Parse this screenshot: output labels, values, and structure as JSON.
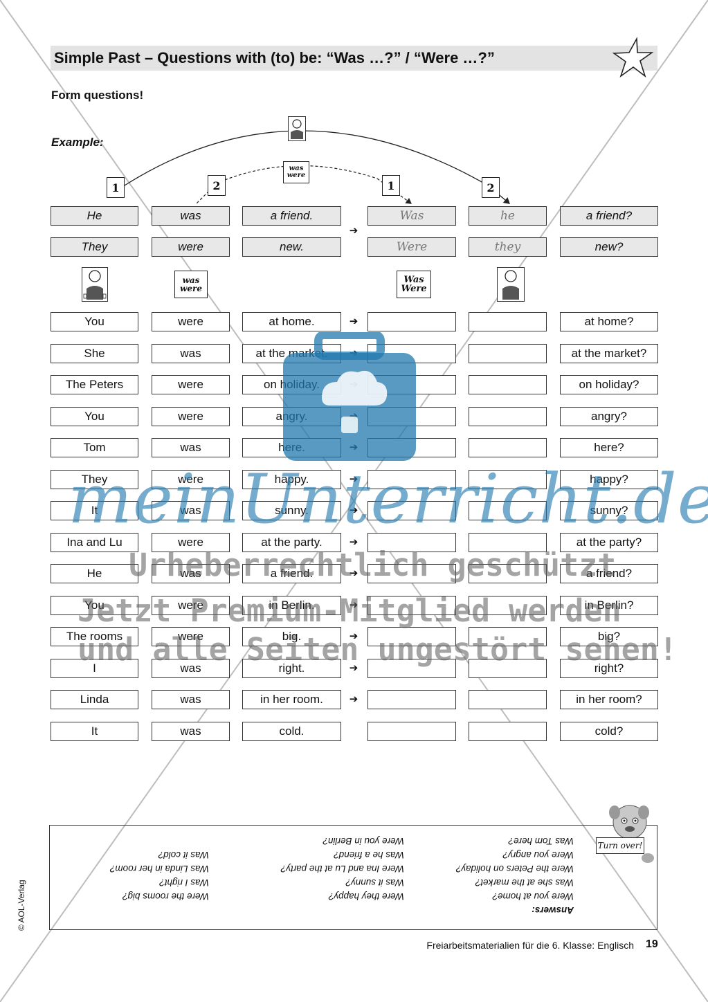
{
  "header": {
    "title": "Simple Past – Questions with (to) be: “Was …?” / “Were …?”",
    "instruction": "Form questions!",
    "example_label": "Example:"
  },
  "diagram": {
    "numbers": [
      "1",
      "2",
      "1",
      "2"
    ],
    "was_were_card": [
      "was",
      "were"
    ],
    "was_were_card_caps": [
      "Was",
      "Were"
    ]
  },
  "example_rows": [
    {
      "subject": "He",
      "verb": "was",
      "rest": "a friend.",
      "answer_verb": "Was",
      "answer_subject": "he",
      "question": "a friend?"
    },
    {
      "subject": "They",
      "verb": "were",
      "rest": "new.",
      "answer_verb": "Were",
      "answer_subject": "they",
      "question": "new?"
    }
  ],
  "exercise_rows": [
    {
      "subject": "You",
      "verb": "were",
      "rest": "at home.",
      "question": "at home?"
    },
    {
      "subject": "She",
      "verb": "was",
      "rest": "at the market.",
      "question": "at the market?"
    },
    {
      "subject": "The Peters",
      "verb": "were",
      "rest": "on holiday.",
      "question": "on holiday?"
    },
    {
      "subject": "You",
      "verb": "were",
      "rest": "angry.",
      "question": "angry?"
    },
    {
      "subject": "Tom",
      "verb": "was",
      "rest": "here.",
      "question": "here?"
    },
    {
      "subject": "They",
      "verb": "were",
      "rest": "happy.",
      "question": "happy?"
    },
    {
      "subject": "It",
      "verb": "was",
      "rest": "sunny.",
      "question": "sunny?"
    },
    {
      "subject": "Ina and Lu",
      "verb": "were",
      "rest": "at the party.",
      "question": "at the party?"
    },
    {
      "subject": "He",
      "verb": "was",
      "rest": "a friend.",
      "question": "a friend?"
    },
    {
      "subject": "You",
      "verb": "were",
      "rest": "in Berlin.",
      "question": "in Berlin?"
    },
    {
      "subject": "The rooms",
      "verb": "were",
      "rest": "big.",
      "question": "big?"
    },
    {
      "subject": "I",
      "verb": "was",
      "rest": "right.",
      "question": "right?"
    },
    {
      "subject": "Linda",
      "verb": "was",
      "rest": "in her room.",
      "question": "in her room?"
    },
    {
      "subject": "It",
      "verb": "was",
      "rest": "cold.",
      "question": "cold?"
    }
  ],
  "answers": {
    "heading": "Answers:",
    "col1": [
      "Were you at home?",
      "Was she at the market?",
      "Were the Peters on holiday?",
      "Were you angry?",
      "Was Tom here?"
    ],
    "col2": [
      "Were they happy?",
      "Was it sunny?",
      "Were Ina and Lu at the party?",
      "Was he a friend?",
      "Were you in Berlin?"
    ],
    "col3": [
      "Were the rooms big?",
      "Was I right?",
      "Was Linda in her room?",
      "Was it cold?"
    ]
  },
  "turn_over": "Turn over!",
  "copyright": "© AOL-Verlag",
  "footer": {
    "text": "Freiarbeitsmaterialien für die 6. Klasse: Englisch",
    "page": "19"
  },
  "watermark": {
    "brand": "meinUnterricht.de",
    "line1": "Urheberrechtlich geschützt",
    "line2": "Jetzt Premium-Mitglied werden",
    "line3": "und alle Seiten ungestört sehen!"
  },
  "colors": {
    "watermark_blue": "#2a7fb0",
    "example_fill": "#e8e8e8",
    "title_fill": "#e3e3e3"
  }
}
